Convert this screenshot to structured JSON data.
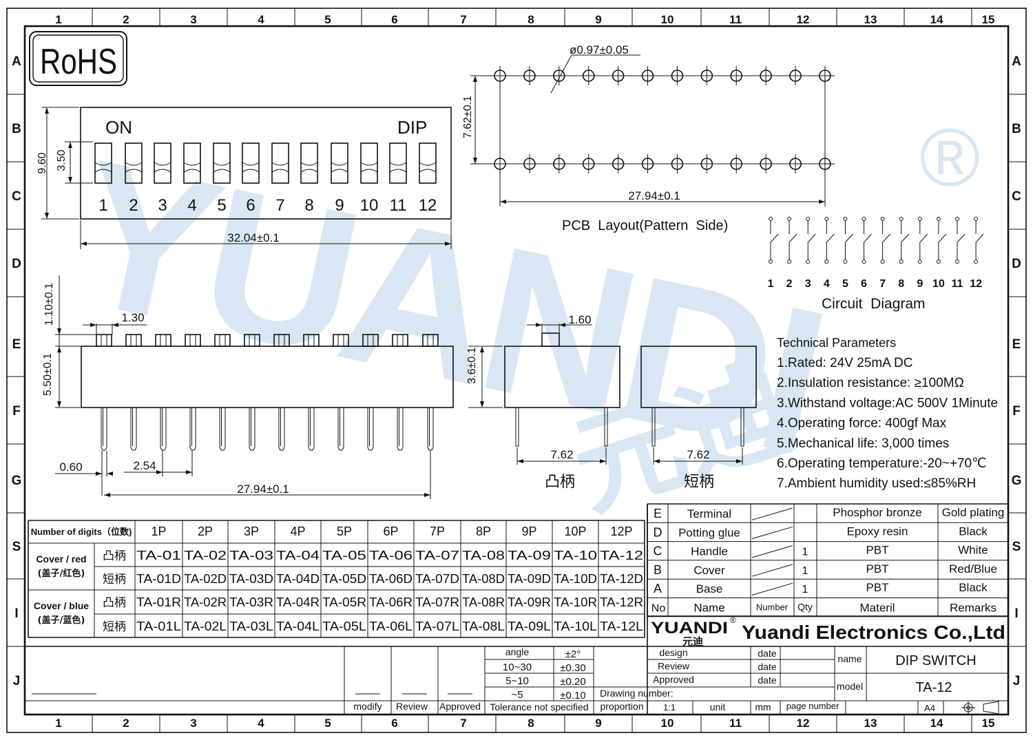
{
  "frame": {
    "columns": [
      "1",
      "2",
      "3",
      "4",
      "5",
      "6",
      "7",
      "8",
      "9",
      "10",
      "11",
      "12",
      "13",
      "14",
      "15"
    ],
    "rows": [
      "A",
      "B",
      "C",
      "D",
      "E",
      "F",
      "G",
      "S",
      "I",
      "J"
    ]
  },
  "watermark": {
    "text": "YUANDI",
    "cn": "元迪",
    "mark": "®",
    "color": "#b9d4ea"
  },
  "rohs": "RoHS",
  "top_view": {
    "on_label": "ON",
    "dip_label": "DIP",
    "switch_numbers": [
      "1",
      "2",
      "3",
      "4",
      "5",
      "6",
      "7",
      "8",
      "9",
      "10",
      "11",
      "12"
    ],
    "dim_height": "9.60",
    "dim_slider": "3.50",
    "dim_width": "32.04±0.1"
  },
  "pcb_layout": {
    "hole_dia": "ø0.97±0.05",
    "row_pitch": "7.62±0.1",
    "span": "27.94±0.1",
    "caption": "PCB  Layout(Pattern  Side)"
  },
  "circuit": {
    "numbers": [
      "1",
      "2",
      "3",
      "4",
      "5",
      "6",
      "7",
      "8",
      "9",
      "10",
      "11",
      "12"
    ],
    "caption": "Circuit  Diagram"
  },
  "side_view": {
    "dim_actuator_h": "1.10±0.1",
    "dim_actuator_w": "1.30",
    "dim_body_h": "5.50±0.1",
    "dim_pin_w": "0.60",
    "dim_pitch": "2.54",
    "dim_span": "27.94±0.1"
  },
  "end_views": {
    "dim_body": "3.6±0.1",
    "dim_actuator": "1.60",
    "raised_width": "7.62",
    "raised_label": "凸柄",
    "flush_width": "7.62",
    "flush_label": "短柄"
  },
  "technical": {
    "title": "Technical Parameters",
    "items": [
      "1.Rated: 24V 25mA  DC",
      "2.Insulation resistance: ≥100MΩ",
      "3.Withstand voltage:AC 500V 1Minute",
      "4.Operating force: 400gf Max",
      "5.Mechanical life: 3,000 times",
      "6.Operating temperature:-20~+70℃",
      "7.Ambient humidity used:≤85%RH"
    ]
  },
  "parts_table": {
    "rows": [
      {
        "no": "E",
        "name": "Terminal",
        "qty": "",
        "material": "Phosphor bronze",
        "remarks": "Gold plating"
      },
      {
        "no": "D",
        "name": "Potting glue",
        "qty": "",
        "material": "Epoxy resin",
        "remarks": "Black"
      },
      {
        "no": "C",
        "name": "Handle",
        "qty": "1",
        "material": "PBT",
        "remarks": "White"
      },
      {
        "no": "B",
        "name": "Cover",
        "qty": "1",
        "material": "PBT",
        "remarks": "Red/Blue"
      },
      {
        "no": "A",
        "name": "Base",
        "qty": "1",
        "material": "PBT",
        "remarks": "Black"
      }
    ],
    "header": {
      "no": "No",
      "name": "Name",
      "number": "Number",
      "qty": "Qty",
      "material": "Materil",
      "remarks": "Remarks"
    }
  },
  "model_table": {
    "header_label": "Number of digits（位数)",
    "digits": [
      "1P",
      "2P",
      "3P",
      "4P",
      "5P",
      "6P",
      "7P",
      "8P",
      "9P",
      "10P",
      "12P"
    ],
    "groups": [
      {
        "label_en": "Cover / red",
        "label_cn": "(盖子/红色)",
        "rows": [
          {
            "type": "凸柄",
            "codes": [
              "TA-01",
              "TA-02",
              "TA-03",
              "TA-04",
              "TA-05",
              "TA-06",
              "TA-07",
              "TA-08",
              "TA-09",
              "TA-10",
              "TA-12"
            ]
          },
          {
            "type": "短柄",
            "codes": [
              "TA-01D",
              "TA-02D",
              "TA-03D",
              "TA-04D",
              "TA-05D",
              "TA-06D",
              "TA-07D",
              "TA-08D",
              "TA-09D",
              "TA-10D",
              "TA-12D"
            ]
          }
        ]
      },
      {
        "label_en": "Cover / blue",
        "label_cn": "(盖子/蓝色)",
        "rows": [
          {
            "type": "凸柄",
            "codes": [
              "TA-01R",
              "TA-02R",
              "TA-03R",
              "TA-04R",
              "TA-05R",
              "TA-06R",
              "TA-07R",
              "TA-08R",
              "TA-09R",
              "TA-10R",
              "TA-12R"
            ]
          },
          {
            "type": "短柄",
            "codes": [
              "TA-01L",
              "TA-02L",
              "TA-03L",
              "TA-04L",
              "TA-05L",
              "TA-06L",
              "TA-07L",
              "TA-08L",
              "TA-09L",
              "TA-10L",
              "TA-12L"
            ]
          }
        ]
      }
    ]
  },
  "title_block": {
    "logo_text": "YUANDI",
    "logo_cn": "元迪",
    "logo_mark": "®",
    "company": "Yuandi Electronics Co.,Ltd",
    "tolerance": {
      "headers": [
        "angle",
        "±2°"
      ],
      "rows": [
        [
          "10~30",
          "±0.30"
        ],
        [
          "5~10",
          "±0.20"
        ],
        [
          "~5",
          "±0.10"
        ]
      ],
      "caption": "Tolerance not specified"
    },
    "revision_labels": [
      "modify",
      "Review",
      "Approved"
    ],
    "sign_labels": [
      "design",
      "Review",
      "Approved"
    ],
    "date_label": "date",
    "drawing_number_label": "Drawing number:",
    "proportion_label": "proportion",
    "proportion_value": "1:1",
    "unit_label": "unit",
    "unit_value": "mm",
    "page_label": "page number",
    "paper": "A4",
    "name_label": "name",
    "name_value": "DIP SWITCH",
    "model_label": "model",
    "model_value": "TA-12"
  }
}
